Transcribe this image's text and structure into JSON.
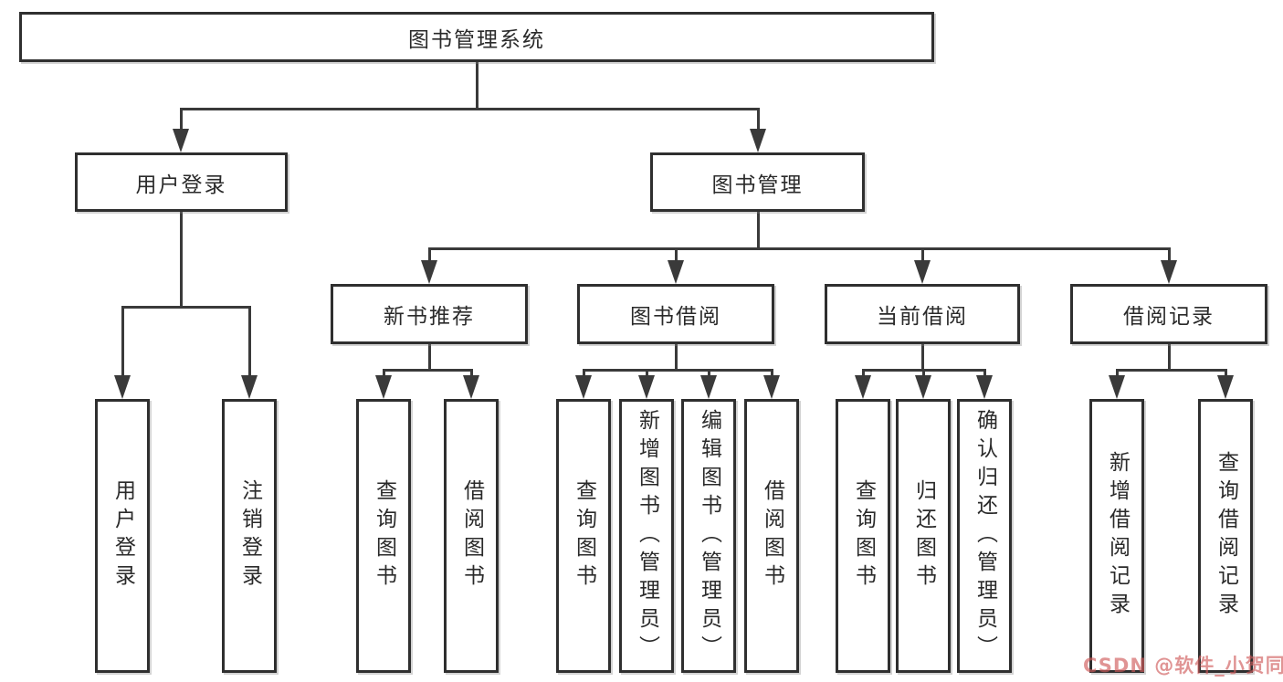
{
  "diagram": {
    "root": {
      "label": "图书管理系统"
    },
    "level2": [
      {
        "id": "user-login",
        "label": "用户登录"
      },
      {
        "id": "book-management",
        "label": "图书管理"
      }
    ],
    "level3": [
      {
        "id": "new-book-recommend",
        "parent": "图书管理",
        "label": "新书推荐"
      },
      {
        "id": "book-borrowing",
        "parent": "图书管理",
        "label": "图书借阅"
      },
      {
        "id": "current-borrowing",
        "parent": "图书管理",
        "label": "当前借阅"
      },
      {
        "id": "borrow-records",
        "parent": "图书管理",
        "label": "借阅记录"
      }
    ],
    "leaves": [
      {
        "parent": "用户登录",
        "label": "用户登录"
      },
      {
        "parent": "用户登录",
        "label": "注销登录"
      },
      {
        "parent": "新书推荐",
        "label": "查询图书"
      },
      {
        "parent": "新书推荐",
        "label": "借阅图书"
      },
      {
        "parent": "图书借阅",
        "label": "查询图书"
      },
      {
        "parent": "图书借阅",
        "label": "新增图书（管理员）"
      },
      {
        "parent": "图书借阅",
        "label": "编辑图书（管理员）"
      },
      {
        "parent": "图书借阅",
        "label": "借阅图书"
      },
      {
        "parent": "当前借阅",
        "label": "查询图书"
      },
      {
        "parent": "当前借阅",
        "label": "归还图书"
      },
      {
        "parent": "当前借阅",
        "label": "确认归还（管理员）"
      },
      {
        "parent": "借阅记录",
        "label": "新增借阅记录"
      },
      {
        "parent": "借阅记录",
        "label": "查询借阅记录"
      }
    ]
  },
  "colors": {
    "line": "#3a3a3a",
    "box_border": "#2f2f2f",
    "text": "#2a2a2a",
    "background": "#ffffff"
  },
  "watermark": {
    "text": "CSDN @软件_小贺同学",
    "color": "rgba(208,90,90,0.65)"
  }
}
